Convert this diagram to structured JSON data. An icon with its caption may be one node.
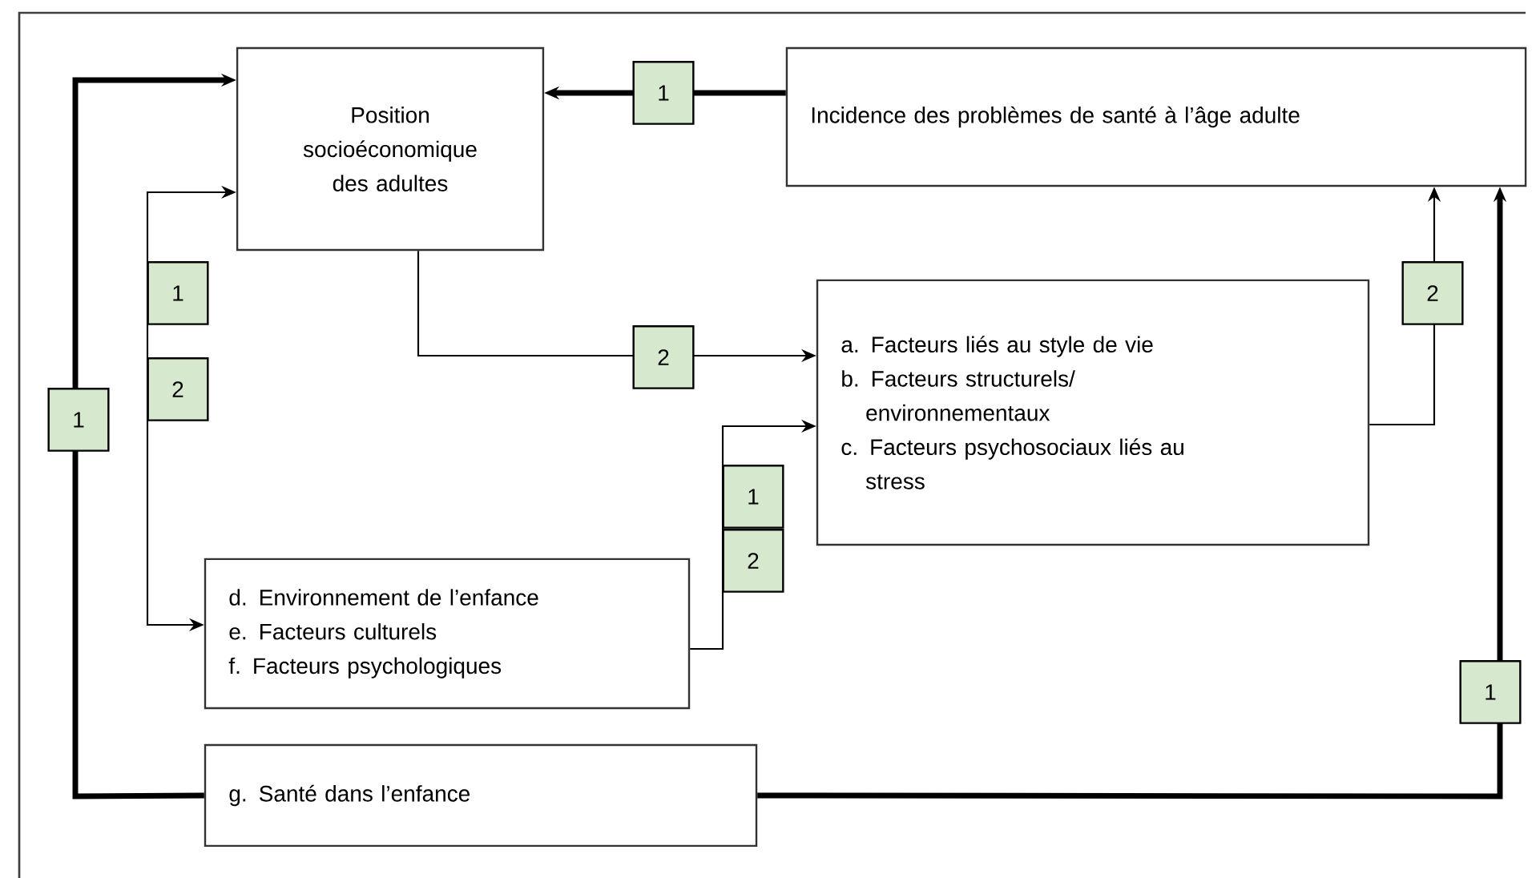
{
  "diagram": {
    "nodes": [
      {
        "text": [
          "Position socioéconomique des adultes"
        ]
      },
      {
        "text": [
          "Incidence des problèmes de santé à l’âge adulte"
        ]
      },
      {
        "text": [
          "a. Facteurs liés au style de vie",
          "b. Facteurs structurels/ environnementaux",
          "c. Facteurs psychosociaux liés au stress"
        ]
      },
      {
        "text": [
          "d. Environnement de l’enfance",
          "e. Facteurs culturels",
          "f.  Facteurs psychologiques"
        ]
      },
      {
        "text": [
          "g. Santé dans l’enfance"
        ]
      }
    ],
    "edges": [
      {
        "from": 4,
        "to": 0,
        "arrow": "to",
        "label": "1",
        "style": "thick"
      },
      {
        "from": 4,
        "to": 1,
        "arrow": "to",
        "label": "1",
        "style": "thick"
      },
      {
        "from": 0,
        "to": 2,
        "arrow": "to",
        "label": "2"
      },
      {
        "from": 3,
        "to": 0,
        "arrow": "both",
        "label": "1"
      },
      {
        "from": 3,
        "to": 2,
        "arrow": "to",
        "label": "1"
      },
      {
        "from": 2,
        "to": 1,
        "arrow": "to",
        "label": "2"
      },
      {
        "from": 1,
        "to": 0,
        "arrow": "to",
        "label": "1",
        "style": "thick"
      }
    ],
    "labels": [
      "2",
      "2"
    ]
  }
}
